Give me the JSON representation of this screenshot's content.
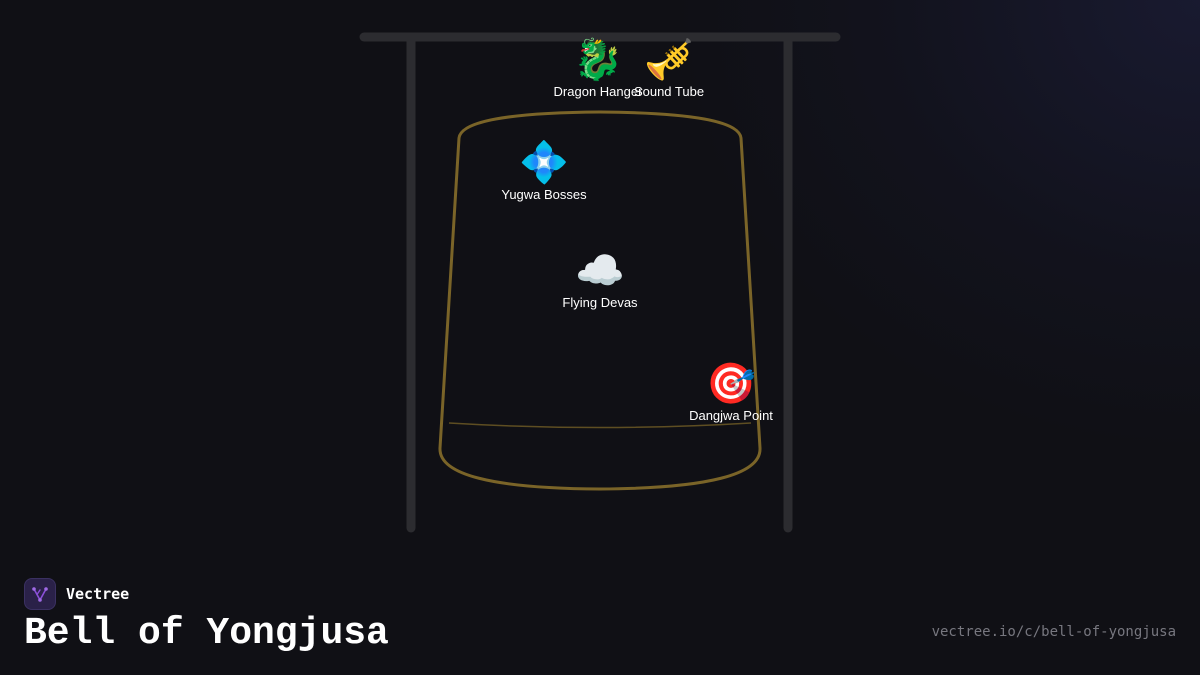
{
  "brand": {
    "name": "Vectree",
    "logo_icon": "branching-tree-icon",
    "logo_color": "#8a4fd8"
  },
  "title": "Bell of Yongjusa",
  "url": "vectree.io/c/bell-of-yongjusa",
  "diagram": {
    "frame_color": "#2c2c30",
    "bell_outline_color": "#7a6428",
    "nodes": [
      {
        "id": "dragon-hanger",
        "label": "Dragon Hanger",
        "icon": "🐉"
      },
      {
        "id": "sound-tube",
        "label": "Sound Tube",
        "icon": "🎺"
      },
      {
        "id": "yugwa-bosses",
        "label": "Yugwa Bosses",
        "icon": "💠"
      },
      {
        "id": "flying-devas",
        "label": "Flying Devas",
        "icon": "☁️"
      },
      {
        "id": "dangjwa-point",
        "label": "Dangjwa Point",
        "icon": "🎯"
      }
    ]
  }
}
